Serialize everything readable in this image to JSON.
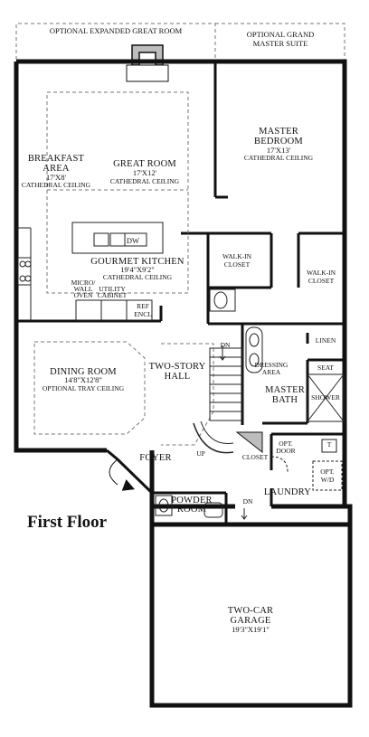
{
  "plan_title": "First Floor",
  "optional_areas": {
    "expanded_great_room": "OPTIONAL EXPANDED GREAT ROOM",
    "grand_master_line1": "OPTIONAL GRAND",
    "grand_master_line2": "MASTER SUITE"
  },
  "rooms": {
    "breakfast": {
      "name1": "BREAKFAST",
      "name2": "AREA",
      "dims": "17'X8'",
      "note": "CATHEDRAL CEILING"
    },
    "great_room": {
      "name": "GREAT ROOM",
      "dims": "17'X12'",
      "note": "CATHEDRAL CEILING"
    },
    "master_bedroom": {
      "name1": "MASTER",
      "name2": "BEDROOM",
      "dims": "17'X13'",
      "note": "CATHEDRAL CEILING"
    },
    "kitchen": {
      "name": "GOURMET KITCHEN",
      "dims": "19'4\"X9'2\"",
      "note": "CATHEDRAL CEILING"
    },
    "walk_in_closet_1": {
      "line1": "WALK-IN",
      "line2": "CLOSET"
    },
    "walk_in_closet_2": {
      "line1": "WALK-IN",
      "line2": "CLOSET"
    },
    "dining": {
      "name": "DINING ROOM",
      "dims": "14'8\"X12'8\"",
      "note": "OPTIONAL TRAY CEILING"
    },
    "hall": {
      "line1": "TWO-STORY",
      "line2": "HALL"
    },
    "master_bath": {
      "line1": "MASTER",
      "line2": "BATH"
    },
    "foyer": "FOYER",
    "powder": {
      "line1": "POWDER",
      "line2": "ROOM"
    },
    "laundry": "LAUNDRY",
    "garage": {
      "line1": "TWO-CAR",
      "line2": "GARAGE",
      "dims": "19'3\"X19'1\""
    }
  },
  "fixtures": {
    "dw": "DW",
    "micro_line1": "MICRO/",
    "micro_line2": "WALL",
    "micro_line3": "OVEN",
    "utility_line1": "UTILITY",
    "utility_line2": "CABINET",
    "ref_line1": "REF",
    "ref_line2": "ENCL",
    "dressing_line1": "DRESSING",
    "dressing_line2": "AREA",
    "linen": "LINEN",
    "seat": "SEAT",
    "shower": "SHOWER",
    "closet": "CLOSET",
    "opt_door_line1": "OPT.",
    "opt_door_line2": "DOOR",
    "t": "T",
    "opt_wd_line1": "OPT.",
    "opt_wd_line2": "W/D",
    "dn_stairs": "DN",
    "up_stairs": "UP",
    "dn_garage": "DN"
  },
  "colors": {
    "wall": "#111111",
    "line": "#222222",
    "dashed": "#777777",
    "fireplace": "#bdbdbd"
  }
}
